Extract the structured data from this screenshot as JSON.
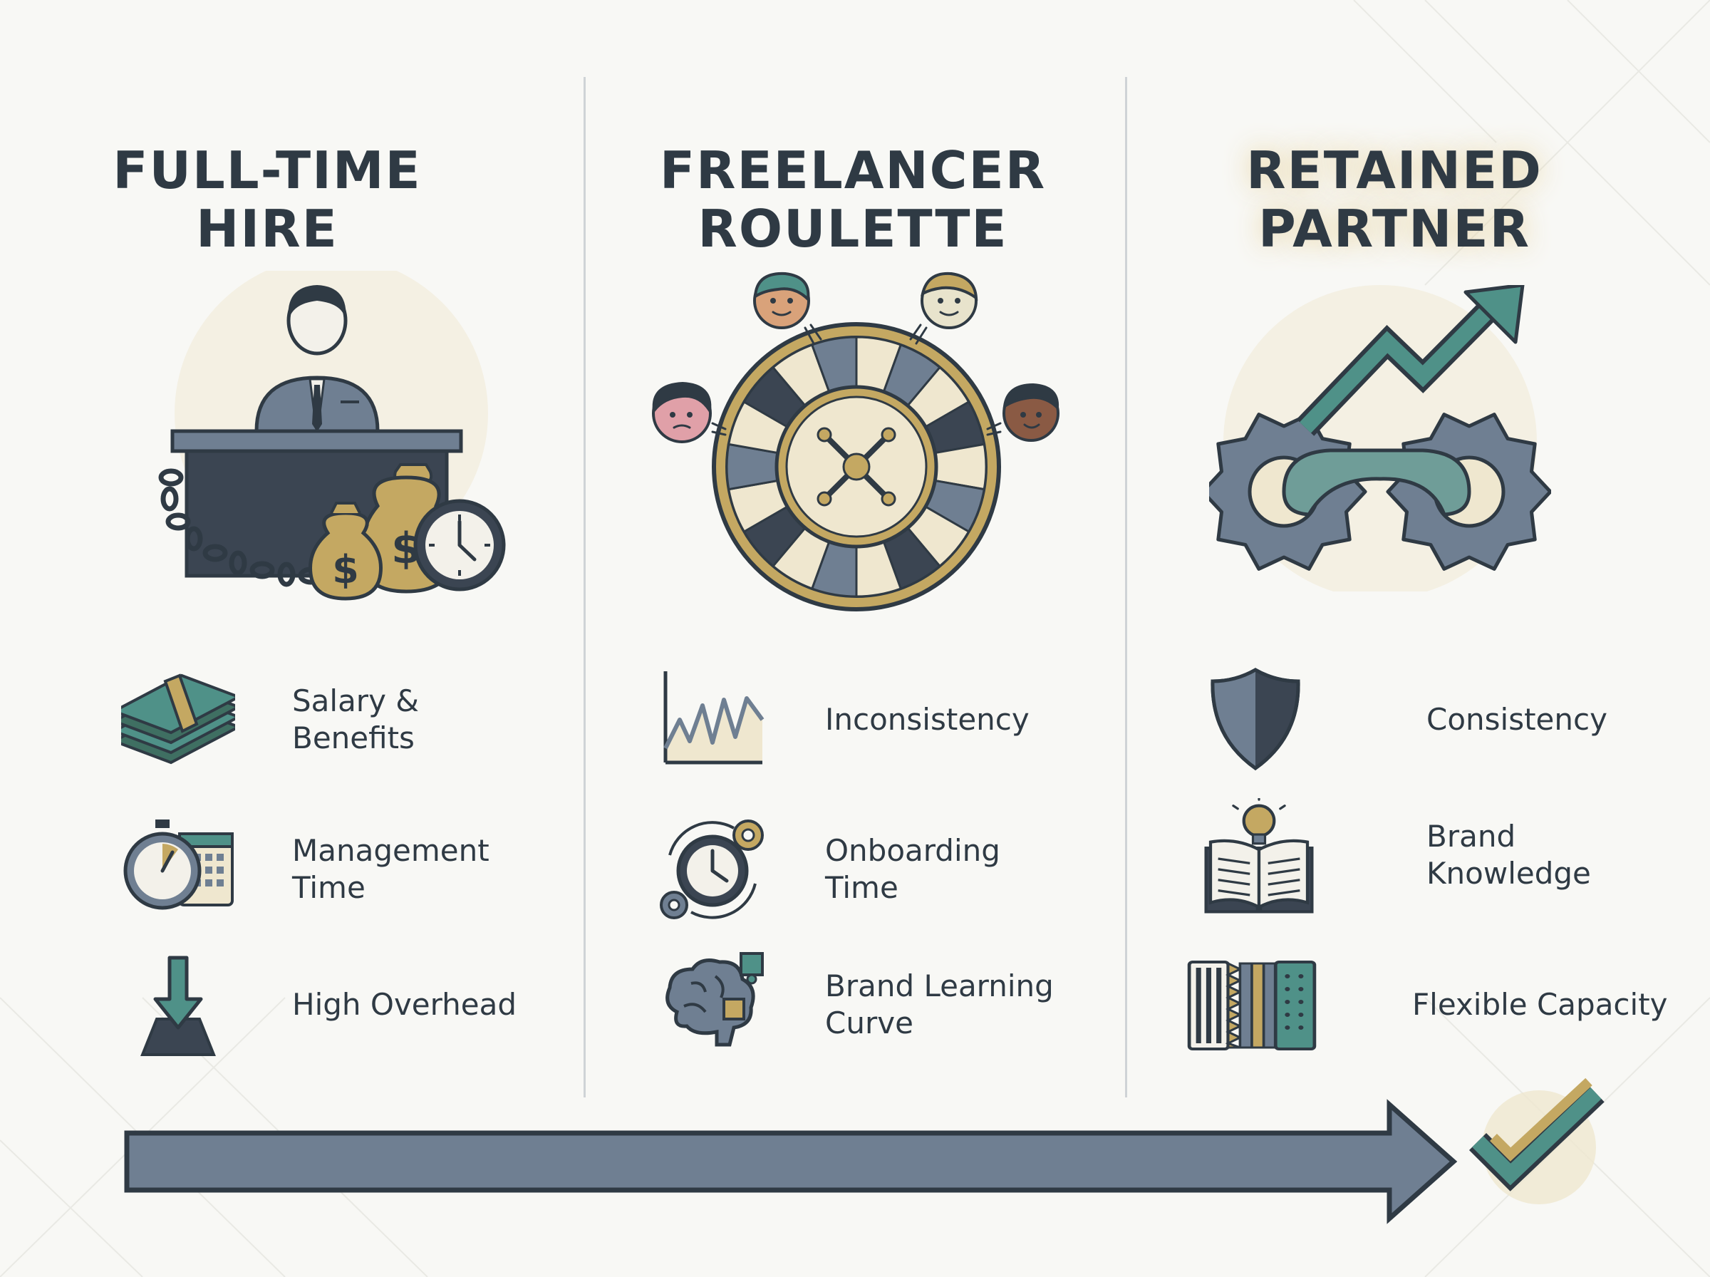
{
  "columns": [
    {
      "title_lines": [
        "FULL-TIME",
        "HIRE"
      ],
      "hero_icon": "desk-worker-chained-money-icon",
      "items": [
        {
          "label": "Salary &\nBenefits",
          "icon": "cash-stack-icon"
        },
        {
          "label": "Management\nTime",
          "icon": "stopwatch-calendar-icon"
        },
        {
          "label": "High Overhead",
          "icon": "down-arrow-weight-icon"
        }
      ]
    },
    {
      "title_lines": [
        "FREELANCER",
        "ROULETTE"
      ],
      "hero_icon": "roulette-wheel-faces-icon",
      "items": [
        {
          "label": "Inconsistency",
          "icon": "zigzag-chart-icon"
        },
        {
          "label": "Onboarding\nTime",
          "icon": "clock-gears-icon"
        },
        {
          "label": "Brand Learning\nCurve",
          "icon": "brain-puzzle-icon"
        }
      ]
    },
    {
      "title_lines": [
        "RETAINED",
        "PARTNER"
      ],
      "hero_icon": "linked-gears-growth-icon",
      "items": [
        {
          "label": "Consistency",
          "icon": "shield-icon"
        },
        {
          "label": "Brand\nKnowledge",
          "icon": "book-lightbulb-icon"
        },
        {
          "label": "Flexible Capacity",
          "icon": "accordion-icon"
        }
      ]
    }
  ],
  "footer": {
    "arrow_icon": "progress-arrow-icon",
    "check_icon": "checkmark-icon"
  },
  "colors": {
    "ink": "#2f3a44",
    "slate": "#6f7f92",
    "gold": "#c4a862",
    "teal": "#4f9188",
    "cream": "#efe7cf",
    "navy": "#3b4552"
  }
}
